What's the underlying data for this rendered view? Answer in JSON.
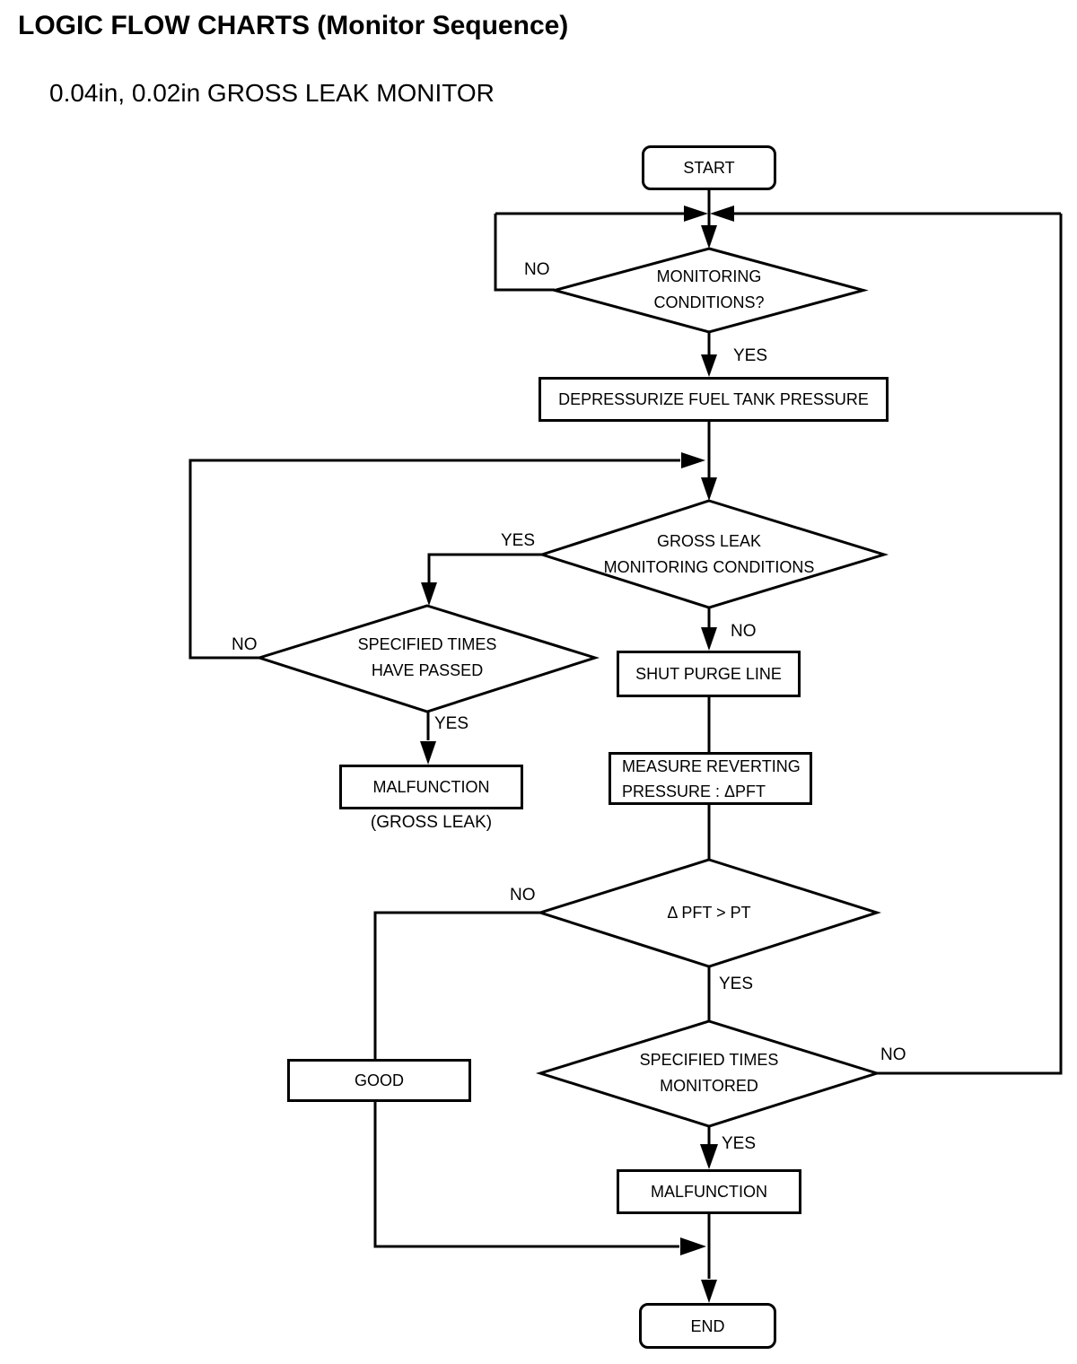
{
  "header": {
    "title": "LOGIC FLOW CHARTS (Monitor Sequence)",
    "subtitle": "0.04in, 0.02in GROSS LEAK MONITOR"
  },
  "flowchart": {
    "colors": {
      "line": "#000000",
      "background": "#ffffff",
      "text": "#000000"
    },
    "nodes": {
      "start": {
        "type": "terminator",
        "label": "START"
      },
      "monitoring_conditions": {
        "type": "decision",
        "line1": "MONITORING",
        "line2": "CONDITIONS?"
      },
      "depressurize": {
        "type": "process",
        "label": "DEPRESSURIZE FUEL TANK PRESSURE"
      },
      "gross_leak_conditions": {
        "type": "decision",
        "line1": "GROSS LEAK",
        "line2": "MONITORING CONDITIONS"
      },
      "specified_times_passed": {
        "type": "decision",
        "line1": "SPECIFIED TIMES",
        "line2": "HAVE PASSED"
      },
      "malfunction_gross_leak": {
        "type": "process",
        "label": "MALFUNCTION",
        "caption": "(GROSS LEAK)"
      },
      "shut_purge_line": {
        "type": "process",
        "label": "SHUT PURGE LINE"
      },
      "measure_reverting": {
        "type": "process",
        "line1": "MEASURE REVERTING",
        "line2": "PRESSURE : ΔPFT"
      },
      "pft_gt_pt": {
        "type": "decision",
        "label": "Δ PFT > PT"
      },
      "specified_times_monitored": {
        "type": "decision",
        "line1": "SPECIFIED TIMES",
        "line2": "MONITORED"
      },
      "good": {
        "type": "process",
        "label": "GOOD"
      },
      "malfunction": {
        "type": "process",
        "label": "MALFUNCTION"
      },
      "end": {
        "type": "terminator",
        "label": "END"
      }
    },
    "edge_labels": {
      "monitoring_no": "NO",
      "monitoring_yes": "YES",
      "gross_leak_yes": "YES",
      "gross_leak_no": "NO",
      "times_passed_no": "NO",
      "times_passed_yes": "YES",
      "pft_no": "NO",
      "pft_yes": "YES",
      "monitored_no": "NO",
      "monitored_yes": "YES"
    }
  }
}
